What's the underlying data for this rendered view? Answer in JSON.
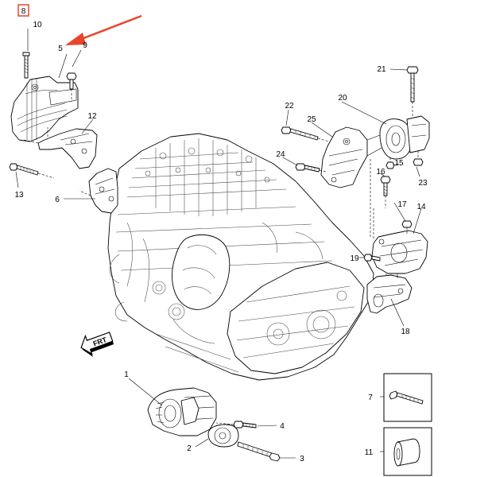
{
  "selected_callout": "8",
  "callouts": {
    "c1": "1",
    "c2": "2",
    "c3": "3",
    "c4": "4",
    "c5": "5",
    "c6": "6",
    "c7": "7",
    "c9": "9",
    "c10": "10",
    "c11": "11",
    "c12": "12",
    "c13": "13",
    "c14": "14",
    "c15": "15",
    "c16": "16",
    "c17": "17",
    "c18": "18",
    "c19": "19",
    "c20": "20",
    "c21": "21",
    "c22": "22",
    "c23": "23",
    "c24": "24",
    "c25": "25"
  },
  "front_indicator": "FRT",
  "colors": {
    "highlight": "#e8452c",
    "line": "#000000",
    "engine_line": "#444444"
  }
}
